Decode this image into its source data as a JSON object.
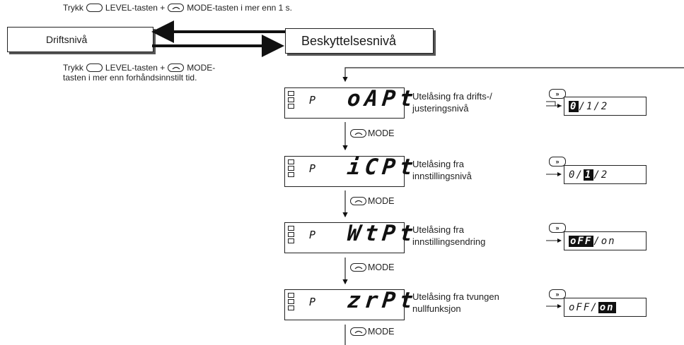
{
  "top_note": {
    "pre": "Trykk",
    "mid": "LEVEL-tasten +",
    "post": "MODE-tasten i mer enn 1 s."
  },
  "levels": {
    "left": "Driftsnivå",
    "right": "Beskyttelsesnivå"
  },
  "bottom_note": {
    "pre": "Trykk",
    "mid": "LEVEL-tasten +",
    "post": "MODE-",
    "line2": "tasten i mer enn forhåndsinnstilt tid."
  },
  "mode_label": "MODE",
  "key_glyph": "»",
  "p_label": "P",
  "params": [
    {
      "code": "oAPt",
      "desc1": "Utelåsing fra drifts-/",
      "desc2": "justeringsnivå",
      "options": [
        "0",
        " / ",
        "1",
        " / ",
        "2"
      ],
      "selected": 0
    },
    {
      "code": "iCPt",
      "desc1": "Utelåsing fra",
      "desc2": "innstillingsnivå",
      "options": [
        "0",
        " / ",
        "1",
        " / ",
        "2"
      ],
      "selected": 2
    },
    {
      "code": "WtPt",
      "desc1": "Utelåsing fra",
      "desc2": "innstillingsendring",
      "options": [
        "oFF",
        " / ",
        "on"
      ],
      "selected": 0
    },
    {
      "code": "zrPt",
      "desc1": "Utelåsing fra tvungen",
      "desc2": "nullfunksjon",
      "options": [
        "oFF",
        " / ",
        "on"
      ],
      "selected": 2
    }
  ]
}
